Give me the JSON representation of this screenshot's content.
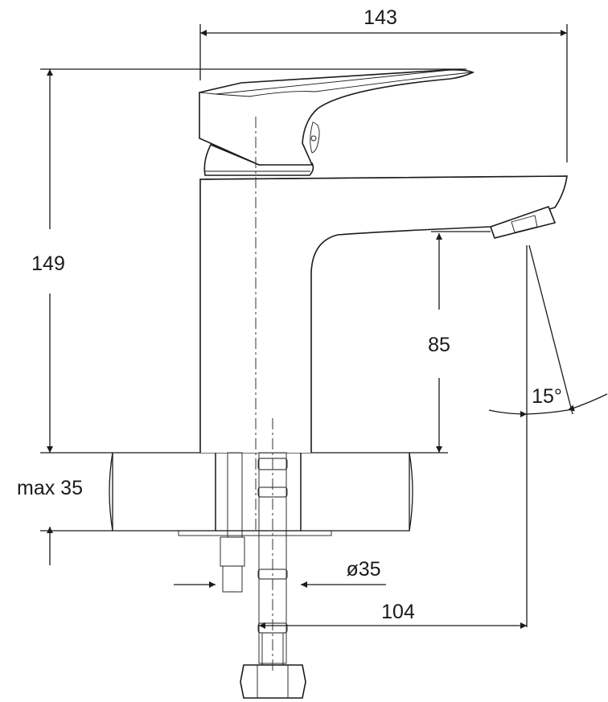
{
  "dimensions": {
    "overall_length": "143",
    "overall_height": "149",
    "spout_height": "85",
    "spout_angle": "15°",
    "max_counter_thickness": "max 35",
    "hole_diameter": "ø35",
    "spout_reach": "104"
  }
}
